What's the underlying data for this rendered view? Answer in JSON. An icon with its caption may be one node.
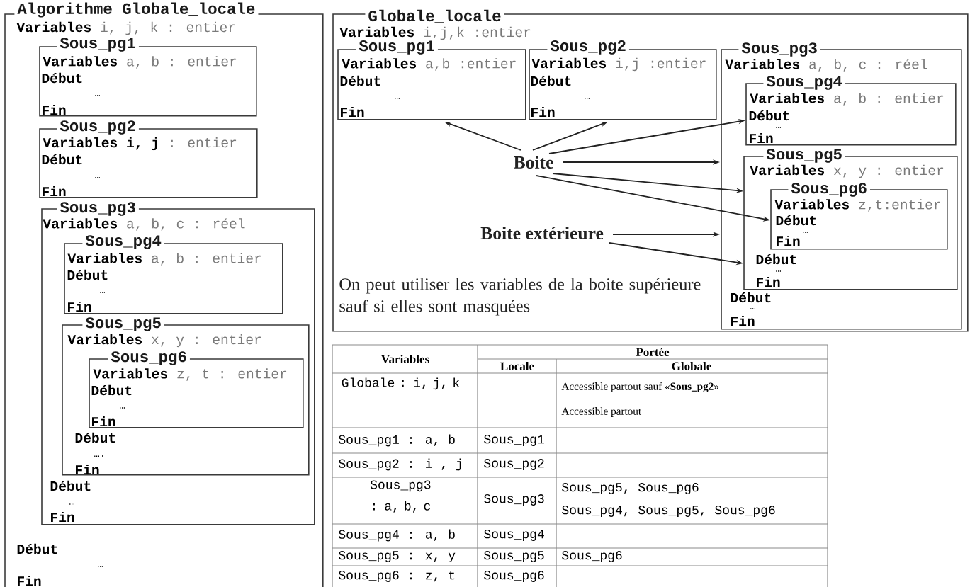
{
  "diagram": {
    "nodes": [
      {
        "text": [
          "Algorithme Globale_locale",
          "**Variables** i, j, k : entier",
          "Début",
          "…",
          "Fin"
        ]
      },
      {
        "text": [
          "Sous_pg1",
          "**Variables** a, b : entier",
          "Début",
          "…",
          "Fin"
        ],
        "in": 0
      },
      {
        "text": [
          "Sous_pg2",
          "**Variables** **i, j** : entier",
          "Début",
          "…",
          "Fin"
        ],
        "in": 0
      },
      {
        "text": [
          "Sous_pg3",
          "**Variables** a, b, c : réel",
          "Début",
          "…",
          "Fin"
        ],
        "in": 0
      },
      {
        "text": [
          "Sous_pg4",
          "**Variables** a, b : entier",
          "Début",
          "…",
          "Fin"
        ],
        "in": 3
      },
      {
        "text": [
          "Sous_pg5",
          "**Variables** x, y : entier",
          "Début",
          "….",
          "Fin"
        ],
        "in": 3
      },
      {
        "text": [
          "Sous_pg6",
          "**Variables** z, t : entier",
          "Début",
          "…",
          "Fin"
        ],
        "in": 5
      },
      {
        "text": [
          "Globale_locale",
          "**Variables** i,j,k :entier",
          "On peut utiliser les variables de la boite supérieure sauf si elles sont masquées"
        ]
      },
      {
        "text": [
          "Sous_pg1",
          "**Variables** a,b :entier",
          "Début",
          "…",
          "Fin"
        ],
        "in": 7
      },
      {
        "text": [
          "Sous_pg2",
          "**Variables** i,j :entier",
          "Début",
          "…",
          "Fin"
        ],
        "in": 7
      },
      {
        "text": [
          "Sous_pg3",
          "**Variables** a, b, c : réel",
          "Début",
          "…",
          "Fin"
        ],
        "in": 7
      },
      {
        "text": [
          "Sous_pg4",
          "**Variables** a, b : entier",
          "Début",
          "…",
          "Fin"
        ],
        "in": 10
      },
      {
        "text": [
          "Sous_pg5",
          "**Variables** x, y : entier",
          "Début",
          "…",
          "Fin"
        ],
        "in": 10
      },
      {
        "text": [
          "Sous_pg6",
          "**Variables** z,t:entier",
          "Début",
          "…",
          "Fin"
        ],
        "in": 12
      },
      {
        "text": [
          "Boite"
        ],
        "in": 7
      },
      {
        "text": [
          "Boite extérieure"
        ],
        "in": 7
      }
    ],
    "edges": [
      {
        "from": 14,
        "to": 8,
        "arrow": "to"
      },
      {
        "from": 14,
        "to": 9,
        "arrow": "to"
      },
      {
        "from": 14,
        "to": 11,
        "arrow": "to"
      },
      {
        "from": 14,
        "to": 10,
        "arrow": "to"
      },
      {
        "from": 14,
        "to": 12,
        "arrow": "to"
      },
      {
        "from": 14,
        "to": 13,
        "arrow": "to"
      },
      {
        "from": 15,
        "to": 10,
        "arrow": "to"
      },
      {
        "from": 15,
        "to": 12,
        "arrow": "to"
      }
    ],
    "labels": [
      "Variables",
      "Portée",
      "Locale",
      "Globale",
      "Globale : i, j, k",
      "Accessible partout sauf «**Sous_pg2**»",
      "Accessible partout",
      "Sous_pg1 : a, b",
      "Sous_pg1",
      "Sous_pg2 : i , j",
      "Sous_pg2",
      "Sous_pg3 : a, b, c",
      "Sous_pg3",
      "Sous_pg5, Sous_pg6",
      "Sous_pg4, Sous_pg5, Sous_pg6",
      "Sous_pg4 : a, b",
      "Sous_pg4",
      "Sous_pg5 : x, y",
      "Sous_pg5",
      "Sous_pg6",
      "Sous_pg6 : z, t",
      "Sous_pg6"
    ]
  }
}
